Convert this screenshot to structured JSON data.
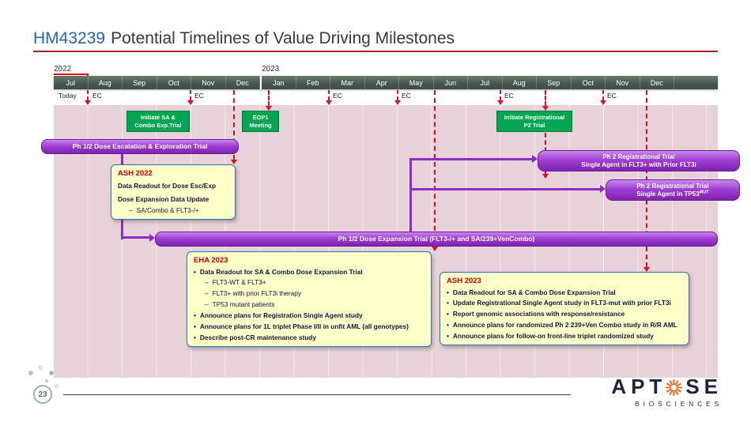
{
  "slide": {
    "title": {
      "highlight": "HM43239",
      "rest": "Potential Timelines of Value Driving Milestones"
    },
    "page_number": "23",
    "logo": {
      "part1": "APT",
      "part2": "SE",
      "subtitle": "BIOSCIENCES"
    }
  },
  "colors": {
    "title_blue": "#2667AD",
    "rule_red": "#9C2433",
    "milestone_red": "#E01020",
    "bar_purple": "#A13FD6",
    "event_green": "#00A651",
    "callout_yellow": "#FFFFC9",
    "callout_border_blue": "#2E74B5",
    "callout_title_red": "#C00000",
    "chart_pink": "#E8D2D9",
    "month_bar_green": "#46564C",
    "logo_navy": "#1B2740",
    "logo_orange": "#F26A21"
  },
  "timeline": {
    "years": {
      "y2022": "2022",
      "y2023": "2023"
    },
    "months": [
      "Jul",
      "Aug",
      "Sep",
      "Oct",
      "Nov",
      "Dec",
      "Jan",
      "Feb",
      "Mar",
      "Apr",
      "May",
      "Jun",
      "Jul",
      "Aug",
      "Sep",
      "Oct",
      "Nov",
      "Dec"
    ],
    "today": "Today",
    "ec": "EC"
  },
  "events": {
    "initiate_sa_combo": {
      "line1": "Initiate SA &",
      "line2": "Combo Exp.Trial"
    },
    "eop1": {
      "line1": "EOP1",
      "line2": "Meeting"
    },
    "initiate_registrational": {
      "line1": "Initiate Registrational",
      "line2": "P2 Trial"
    }
  },
  "bars": {
    "escalation": {
      "label": "Ph 1/2 Dose Escalation & Exploration Trial"
    },
    "reg_flt3": {
      "line1": "Ph 2 Registrational Trial",
      "line2": "Single Agent in FLT3+ with Prior FLT3i"
    },
    "reg_tp53": {
      "line1": "Ph 2 Registrational Trial",
      "line2": "Single Agent in TP53",
      "line2_sup": "MUT"
    },
    "expansion": {
      "label": "Ph 1/2 Dose Expansion Trial (FLT3-/+ and SA/239+VenCombo)"
    }
  },
  "markers": {
    "bullet": "•",
    "dash": "–"
  },
  "callouts": {
    "ash2022": {
      "title": "ASH 2022",
      "line1": "Data Readout for Dose Esc/Exp",
      "line2": "Dose Expansion Data Update",
      "line3": "SA/Combo & FLT3-/+"
    },
    "eha2023": {
      "title": "EHA 2023",
      "items": [
        {
          "level": 1,
          "text": "Data Readout for SA & Combo Dose Expansion Trial"
        },
        {
          "level": 2,
          "text": "FLT3-WT & FLT3+"
        },
        {
          "level": 2,
          "text": "FLT3+ with prior FLT3i therapy"
        },
        {
          "level": 2,
          "text": "TP53 mutant patients"
        },
        {
          "level": 1,
          "text": "Announce plans for Registration Single Agent study"
        },
        {
          "level": 1,
          "text": "Announce plans for 1L triplet Phase I/II in unfit AML (all genotypes)"
        },
        {
          "level": 1,
          "text": "Describe post-CR maintenance study"
        }
      ]
    },
    "ash2023": {
      "title": "ASH 2023",
      "items": [
        "Data Readout for SA & Combo Dose Expansion Trial",
        "Update Registrational Single Agent study in FLT3-mut with prior FLT3i",
        "Report genomic associations with response/resistance",
        "Announce plans for randomized Ph 2 239+Ven Combo study in R/R AML",
        "Announce plans for follow-on front-line triplet randomized study"
      ]
    }
  }
}
